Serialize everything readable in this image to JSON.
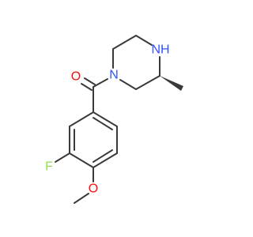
{
  "atoms": {
    "O_carbonyl": {
      "symbol": "O",
      "color": "#ff0d0d"
    },
    "N_amide": {
      "symbol": "N",
      "color": "#3050f8"
    },
    "NH_ring": {
      "symbol": "NH",
      "color": "#3050f8"
    },
    "F": {
      "symbol": "F",
      "color": "#90e050"
    },
    "O_methoxy": {
      "symbol": "O",
      "color": "#ff0d0d"
    }
  },
  "colors": {
    "bond": "#3a3a3a",
    "background": "#ffffff"
  }
}
